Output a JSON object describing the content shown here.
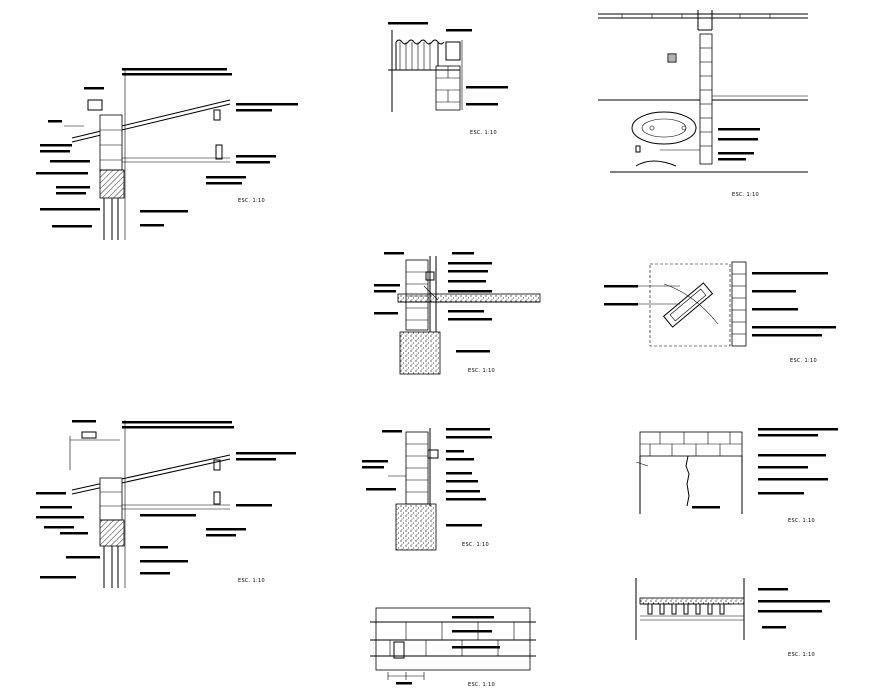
{
  "sheet": {
    "scale_labels": [
      "ESC. 1:10",
      "ESC. 1:10",
      "ESC. 1:10",
      "ESC. 1:10",
      "ESC. 1:10",
      "ESC. 1:10",
      "ESC. 1:10",
      "ESC. 1:10",
      "ESC. 1:10",
      "ESC. 1:10"
    ]
  }
}
